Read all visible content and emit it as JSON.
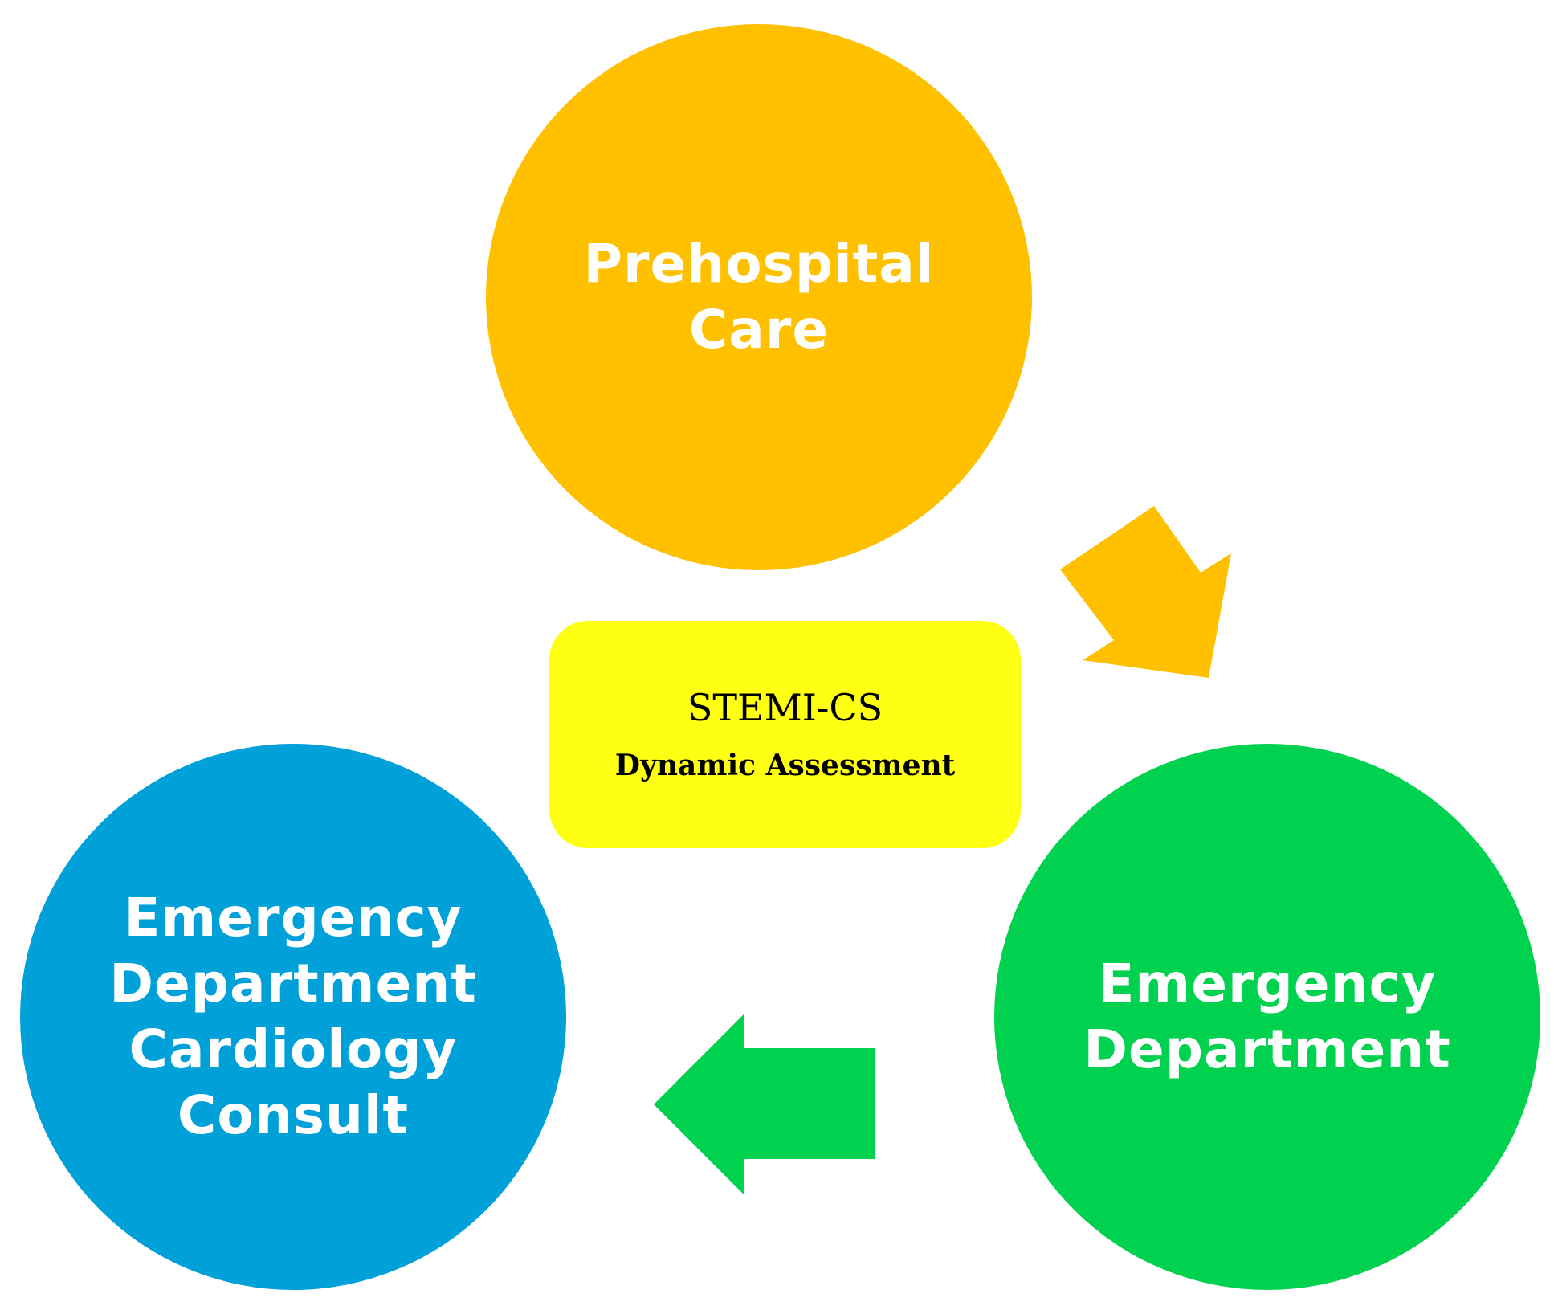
{
  "nodes": {
    "prehospital": {
      "lines": [
        "Prehospital",
        "Care"
      ],
      "color": "#FFC000"
    },
    "emergency_department": {
      "lines": [
        "Emergency",
        "Department"
      ],
      "color": "#00D14E"
    },
    "ed_cardiology_consult": {
      "lines": [
        "Emergency",
        "Department",
        "Cardiology",
        "Consult"
      ],
      "color": "#00A0D8"
    }
  },
  "center": {
    "title": "STEMI-CS",
    "subtitle": "Dynamic Assessment",
    "color": "#FFFF14"
  },
  "arrows": {
    "prehospital_to_ed": {
      "color": "#FFC000",
      "direction": "down-right"
    },
    "ed_to_cardiology": {
      "color": "#00D14E",
      "direction": "left"
    }
  }
}
